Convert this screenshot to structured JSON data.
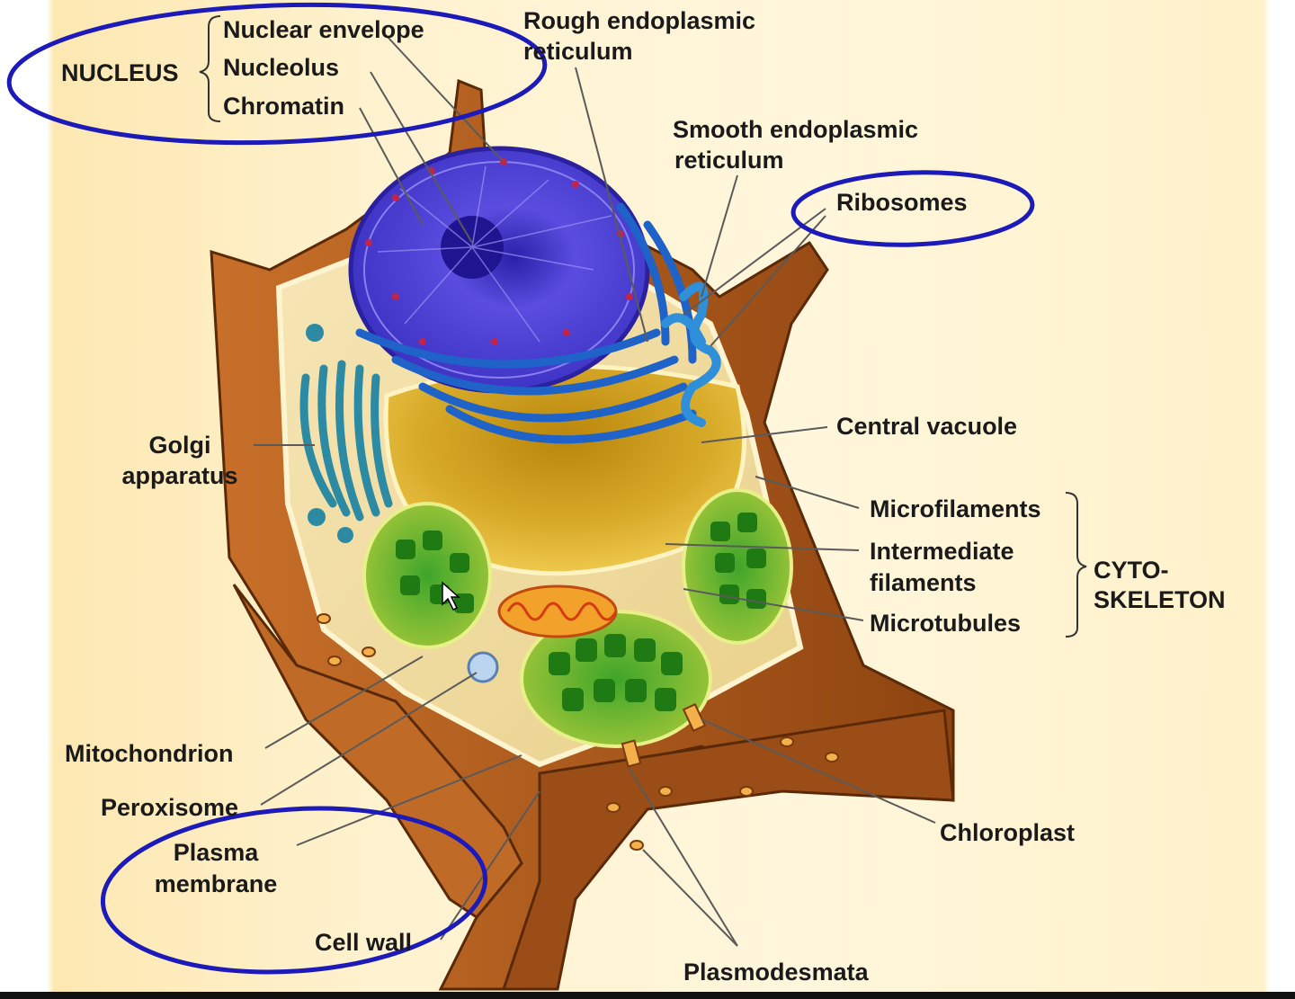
{
  "labels": {
    "nucleus": "NUCLEUS",
    "nuclear_envelope": "Nuclear envelope",
    "nucleolus": "Nucleolus",
    "chromatin": "Chromatin",
    "rough_er_1": "Rough endoplasmic",
    "rough_er_2": "reticulum",
    "smooth_er_1": "Smooth endoplasmic",
    "smooth_er_2": "reticulum",
    "ribosomes": "Ribosomes",
    "golgi_1": "Golgi",
    "golgi_2": "apparatus",
    "central_vacuole": "Central vacuole",
    "microfilaments": "Microfilaments",
    "intermediate_1": "Intermediate",
    "intermediate_2": "filaments",
    "microtubules": "Microtubules",
    "cytoskeleton_1": "CYTO-",
    "cytoskeleton_2": "SKELETON",
    "mitochondrion": "Mitochondrion",
    "peroxisome": "Peroxisome",
    "plasma_1": "Plasma",
    "plasma_2": "membrane",
    "cell_wall": "Cell wall",
    "chloroplast": "Chloroplast",
    "plasmodesmata": "Plasmodesmata"
  },
  "highlight_color": "#1c1ab8",
  "colors": {
    "nucleus": "#4a3fd6",
    "cell_wall": "#a9561a",
    "vacuole": "#d9ab2a",
    "chloroplast": "#2c8a1e",
    "golgi": "#2c8aa3",
    "mitochondrion": "#e86a1a"
  }
}
